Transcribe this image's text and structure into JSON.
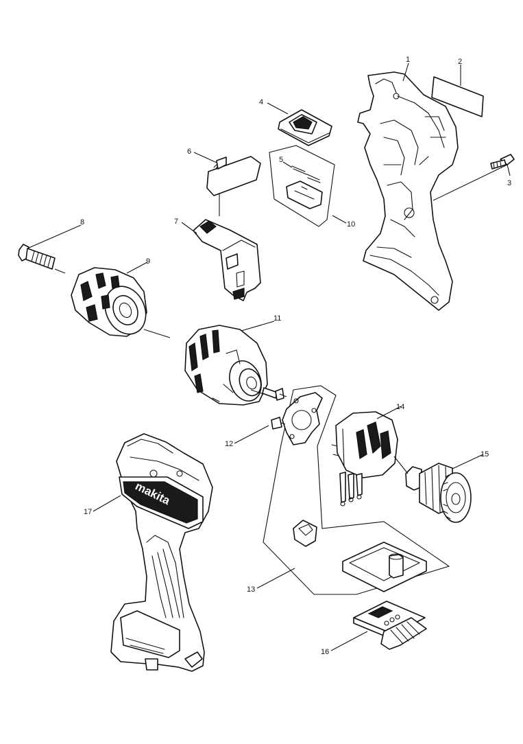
{
  "callouts": [
    "1",
    "2",
    "3",
    "4",
    "5",
    "6",
    "7",
    "8",
    "9",
    "10",
    "11",
    "12",
    "13",
    "14",
    "15",
    "16",
    "17"
  ],
  "logo": {
    "brand_text": "makita"
  }
}
